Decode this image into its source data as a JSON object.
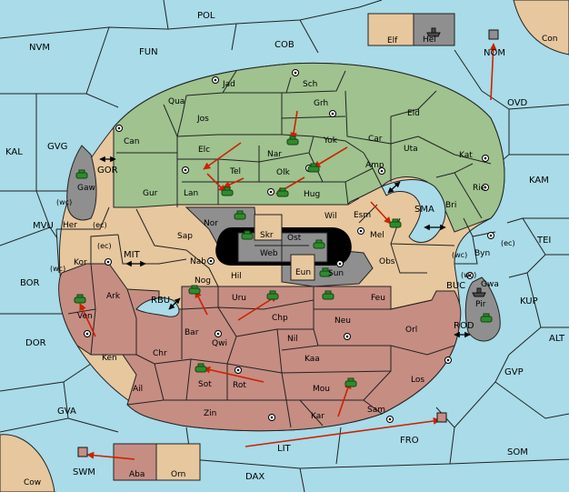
{
  "colors": {
    "sea": "#a9dbe8",
    "green": "#9fc28f",
    "tan": "#e7c79e",
    "red": "#c68d83",
    "grey": "#8f8f8f",
    "border": "#222222",
    "arrow": "#cc2200",
    "unit": "#2e8b2e",
    "fleet": "#4a4a4a",
    "black": "#000000"
  },
  "labels": {
    "seas": {
      "POL": "POL",
      "NVM": "NVM",
      "FUN": "FUN",
      "COB": "COB",
      "KAL": "KAL",
      "GVG": "GVG",
      "MVU": "MVU",
      "BOR": "BOR",
      "DOR": "DOR",
      "GVA": "GVA",
      "DAX": "DAX",
      "LIT": "LIT",
      "FRO": "FRO",
      "SOM": "SOM",
      "GVP": "GVP",
      "ALT": "ALT",
      "KUP": "KUP",
      "TEI": "TEI",
      "KAM": "KAM",
      "OVD": "OVD",
      "NOM": "NOM",
      "SMA": "SMA",
      "MIT": "MIT",
      "RBU": "RBU",
      "BUC": "BUC",
      "ROD": "ROD",
      "GOR": "GOR",
      "SWM": "SWM"
    },
    "green": {
      "Jad": "Jad",
      "Sch": "Sch",
      "Qua": "Qua",
      "Jos": "Jos",
      "Grh": "Grh",
      "Eld": "Eld",
      "Can": "Can",
      "Elc": "Elc",
      "Nar": "Nar",
      "Yok": "Yok",
      "Car": "Car",
      "Kat": "Kat",
      "Tel": "Tel",
      "Olk": "Olk",
      "Amp": "Amp",
      "Rie": "Rie",
      "Gur": "Gur",
      "Lan": "Lan",
      "Hug": "Hug"
    },
    "tan": {
      "Uta": "Uta",
      "Bri": "Bri",
      "Esm": "Esm",
      "Wil": "Wil",
      "Sap": "Sap",
      "Her": "Her",
      "Kor": "Kor",
      "Ark": "Ark",
      "Nab": "Nab",
      "Hil": "Hil",
      "Mel": "Mel",
      "Obs": "Obs",
      "Byn": "Byn",
      "Gwa": "Gwa",
      "Skr": "Skr",
      "Eun": "Eun",
      "Chr": "Chr",
      "Ail": "Ail",
      "Elf": "Elf",
      "Orn": "Orn",
      "Con": "Con",
      "Cow": "Cow"
    },
    "red": {
      "Nog": "Nog",
      "Uru": "Uru",
      "Feu": "Feu",
      "Ven": "Ven",
      "Chp": "Chp",
      "Neu": "Neu",
      "Bar": "Bar",
      "Qwi": "Qwi",
      "Nil": "Nil",
      "Orl": "Orl",
      "Ken": "Ken",
      "Kaa": "Kaa",
      "Sot": "Sot",
      "Rot": "Rot",
      "Mou": "Mou",
      "Los": "Los",
      "Zin": "Zin",
      "Kar": "Kar",
      "Sam": "Sam",
      "Aba": "Aba"
    },
    "grey": {
      "Gaw": "Gaw",
      "Nor": "Nor",
      "Web": "Web",
      "Ost": "Ost",
      "Sun": "Sun",
      "Pir": "Pir",
      "Hel": "Hel"
    },
    "coast": {
      "wc1": "(wc)",
      "ec1": "(ec)",
      "ec2": "(ec)",
      "wc2": "(wc)",
      "wc3": "(wc)",
      "ec3": "(ec)",
      "wc4": "(wc)"
    }
  }
}
